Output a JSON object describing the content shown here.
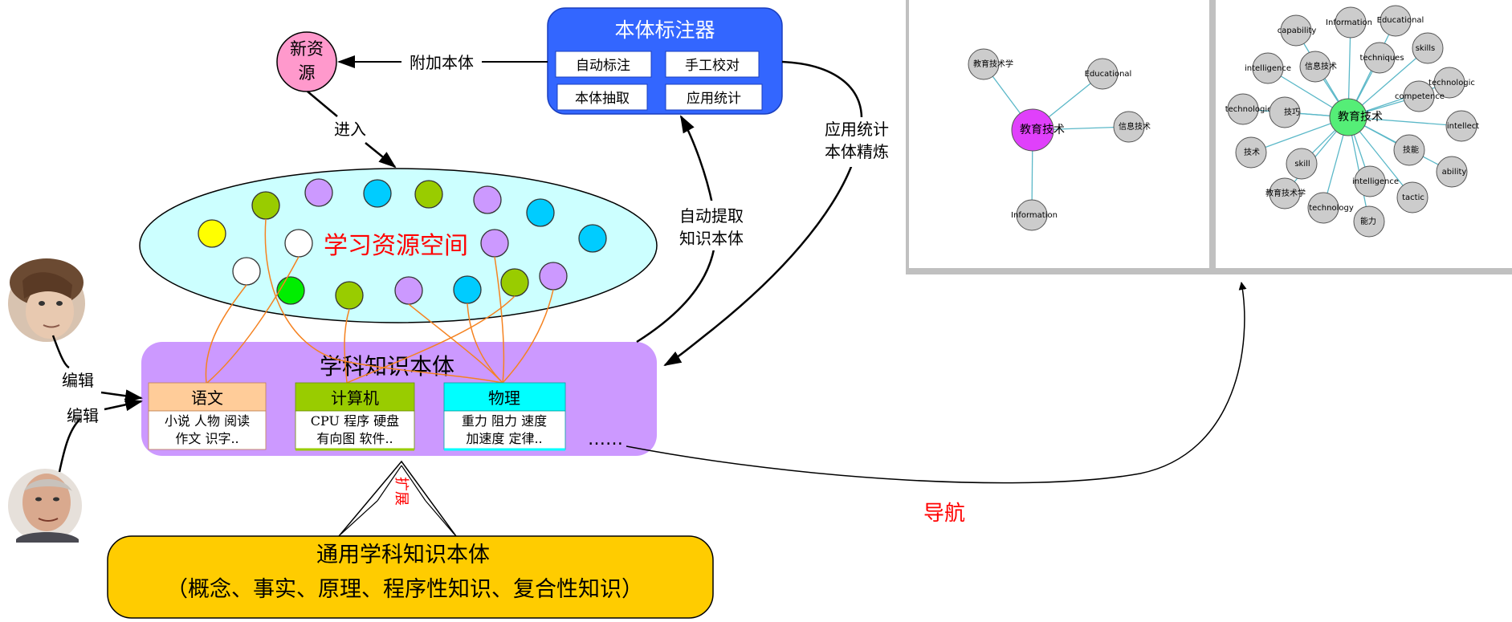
{
  "annotator": {
    "title": "本体标注器",
    "buttons": [
      "自动标注",
      "手工校对",
      "本体抽取",
      "应用统计"
    ]
  },
  "new_resource": {
    "line1": "新资",
    "line2": "源"
  },
  "labels": {
    "attach_ontology": "附加本体",
    "enter": "进入",
    "auto_extract_1": "自动提取",
    "auto_extract_2": "知识本体",
    "app_stats_1": "应用统计",
    "app_stats_2": "本体精炼",
    "edit_1": "编辑",
    "edit_2": "编辑",
    "navigation": "导航",
    "extend": "扩展",
    "ellipsis": "……"
  },
  "resource_space": {
    "title": "学习资源空间"
  },
  "subject_ontology": {
    "title": "学科知识本体",
    "subjects": [
      {
        "name": "语文",
        "line1": "小说 人物 阅读",
        "line2": "作文 识字..",
        "color": "#ffcc99"
      },
      {
        "name": "计算机",
        "line1": "CPU 程序 硬盘",
        "line2": "有向图 软件..",
        "color": "#99cc00"
      },
      {
        "name": "物理",
        "line1": "重力 阻力 速度",
        "line2": "加速度 定律..",
        "color": "#00ffff"
      }
    ]
  },
  "general_ontology": {
    "line1": "通用学科知识本体",
    "line2": "（概念、事实、原理、程序性知识、复合性知识）"
  },
  "graph_left": {
    "center": "教育技术",
    "nodes": [
      "教育技术学",
      "Educational",
      "信息技术",
      "Information"
    ]
  },
  "graph_right": {
    "center": "教育技术",
    "nodes": [
      "capability",
      "Information",
      "Educational",
      "skills",
      "intelligence",
      "信息技术",
      "techniques",
      "technologic",
      "technologie",
      "技巧",
      "competence",
      "intellect",
      "技术",
      "skill",
      "技能",
      "ability",
      "intelligence",
      "教育技术学",
      "technology",
      "tactic",
      "能力"
    ]
  },
  "colors": {
    "annotator": "#3366ff",
    "new_resource": "#ff99cc",
    "resource_space": "#ccffff",
    "subject_ontology": "#cc99ff",
    "general_ontology": "#ffcc00",
    "resource_title": "#ff0000",
    "left_center": "#e040fb",
    "right_center": "#55ee77",
    "graph_node": "#cccccc",
    "graph_edge": "#5bb8c8",
    "link_orange": "#f58220"
  }
}
